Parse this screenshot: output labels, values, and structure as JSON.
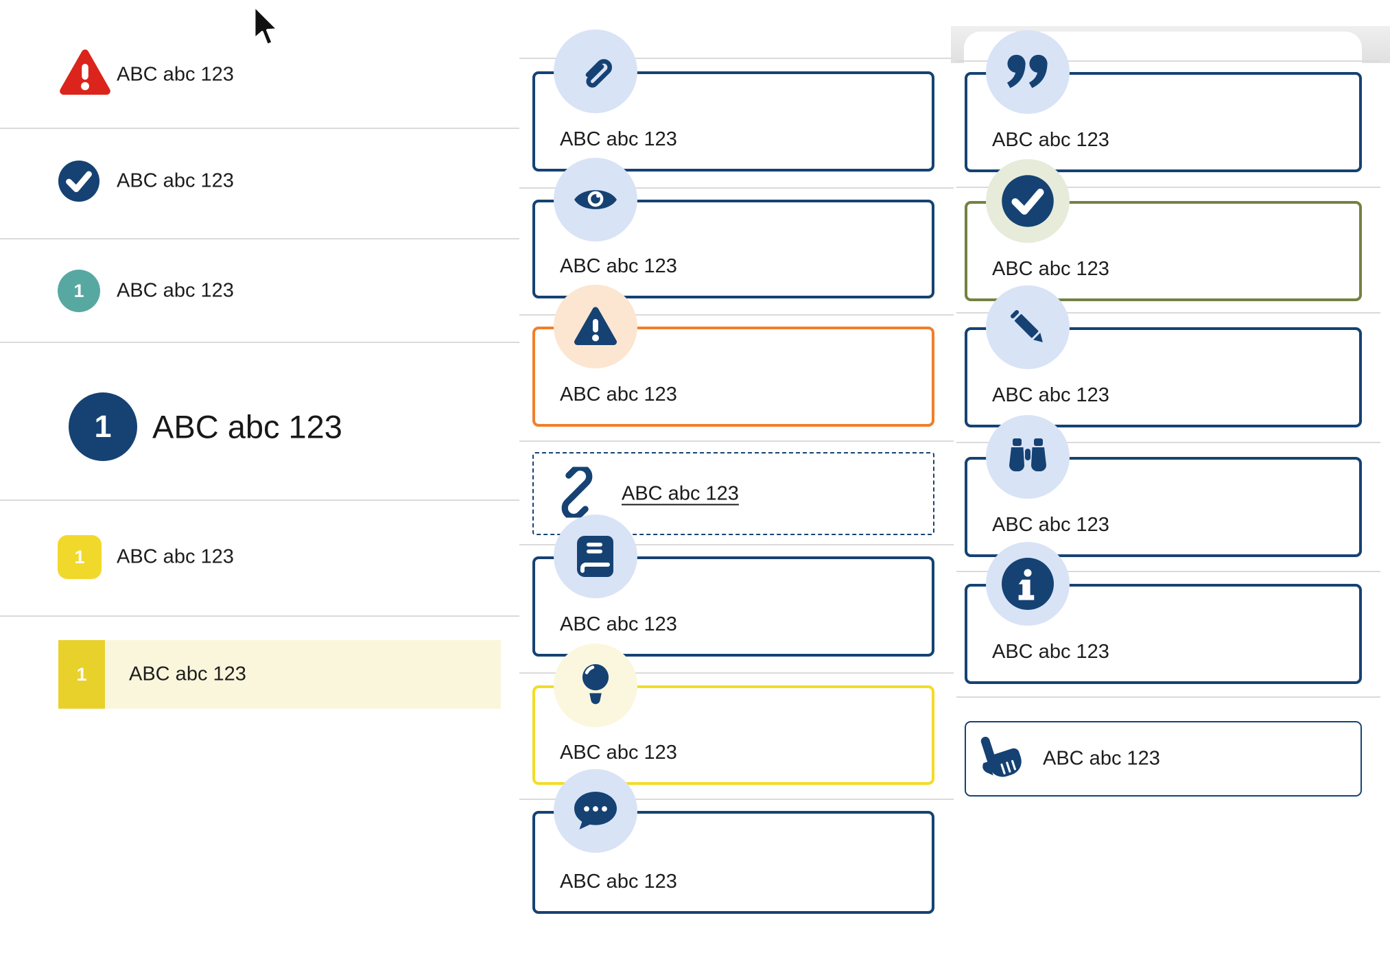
{
  "colors": {
    "navy": "#154273",
    "light_blue_circle": "#d9e3f6",
    "red": "#db241b",
    "teal": "#58a8a2",
    "yellow_square": "#f1d92c",
    "yellow_bar": "#e9d12c",
    "pale_yellow_bg": "#faf6dc",
    "orange_border": "#f07f2b",
    "pale_orange_circle": "#fce6d1",
    "yellow_border": "#f2dc26",
    "pale_yellow_circle": "#faf7de",
    "olive_border": "#738142",
    "pale_green_circle": "#e7ebda",
    "divider": "#dadada",
    "text": "#1d1d1d"
  },
  "left_list": {
    "items": [
      {
        "name": "warning",
        "icon": "warning-triangle-icon",
        "label": "ABC abc 123"
      },
      {
        "name": "success",
        "icon": "check-circle-icon",
        "label": "ABC abc 123"
      },
      {
        "name": "step-teal",
        "icon": "number-badge",
        "badge": "1",
        "label": "ABC abc 123"
      },
      {
        "name": "step-large",
        "icon": "number-badge",
        "badge": "1",
        "label": "ABC abc 123"
      },
      {
        "name": "step-yellow",
        "icon": "number-badge",
        "badge": "1",
        "label": "ABC abc 123"
      },
      {
        "name": "step-yellow-active",
        "icon": "number-badge",
        "badge": "1",
        "label": "ABC abc 123"
      }
    ]
  },
  "middle_cards": [
    {
      "name": "attachment",
      "icon": "paperclip-icon",
      "label": "ABC abc 123",
      "border": "#154273"
    },
    {
      "name": "visibility",
      "icon": "eye-icon",
      "label": "ABC abc 123",
      "border": "#154273"
    },
    {
      "name": "warning",
      "icon": "warning-triangle-icon",
      "label": "ABC abc 123",
      "border": "#f07f2b"
    },
    {
      "name": "link",
      "icon": "link-icon",
      "label": "ABC abc 123",
      "border": "#154273",
      "is_link": true
    },
    {
      "name": "reference",
      "icon": "book-icon",
      "label": "ABC abc 123",
      "border": "#154273"
    },
    {
      "name": "tip",
      "icon": "lightbulb-icon",
      "label": "ABC abc 123",
      "border": "#f2dc26"
    },
    {
      "name": "comment",
      "icon": "chat-icon",
      "label": "ABC abc 123",
      "border": "#154273"
    }
  ],
  "right_cards": [
    {
      "name": "quote",
      "icon": "quote-icon",
      "label": "ABC abc 123",
      "border": "#154273"
    },
    {
      "name": "success",
      "icon": "check-circle-icon",
      "label": "ABC abc 123",
      "border": "#738142"
    },
    {
      "name": "edit",
      "icon": "pencil-icon",
      "label": "ABC abc 123",
      "border": "#154273"
    },
    {
      "name": "search",
      "icon": "binoculars-icon",
      "label": "ABC abc 123",
      "border": "#154273"
    },
    {
      "name": "info",
      "icon": "info-icon",
      "label": "ABC abc 123",
      "border": "#154273"
    },
    {
      "name": "action",
      "icon": "pointing-hand-icon",
      "label": "ABC abc 123",
      "border": "#154273"
    }
  ]
}
